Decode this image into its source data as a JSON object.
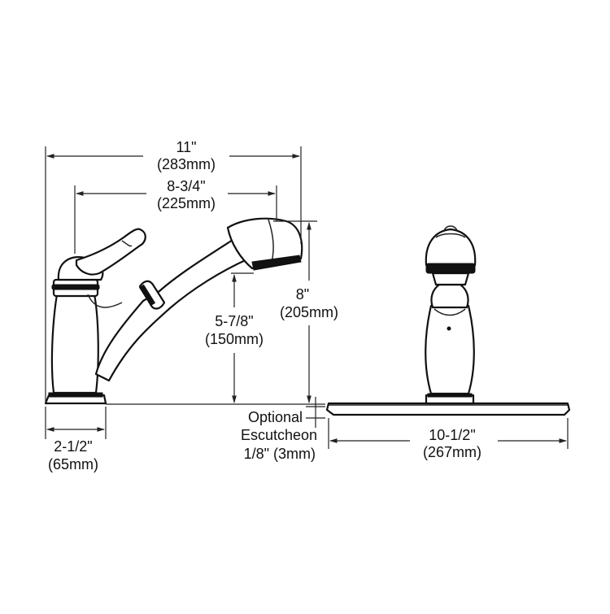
{
  "dimensions": {
    "overall_width": {
      "imperial": "11\"",
      "metric": "(283mm)"
    },
    "spout_reach": {
      "imperial": "8-3/4\"",
      "metric": "(225mm)"
    },
    "overall_height": {
      "imperial": "8\"",
      "metric": "(205mm)"
    },
    "spout_clearance": {
      "imperial": "5-7/8\"",
      "metric": "(150mm)"
    },
    "base_diameter": {
      "imperial": "2-1/2\"",
      "metric": "(65mm)"
    },
    "escutcheon_width": {
      "imperial": "10-1/2\"",
      "metric": "(267mm)"
    },
    "escutcheon_thickness": {
      "line1": "Optional",
      "line2": "Escutcheon",
      "line3": "1/8\" (3mm)"
    }
  }
}
